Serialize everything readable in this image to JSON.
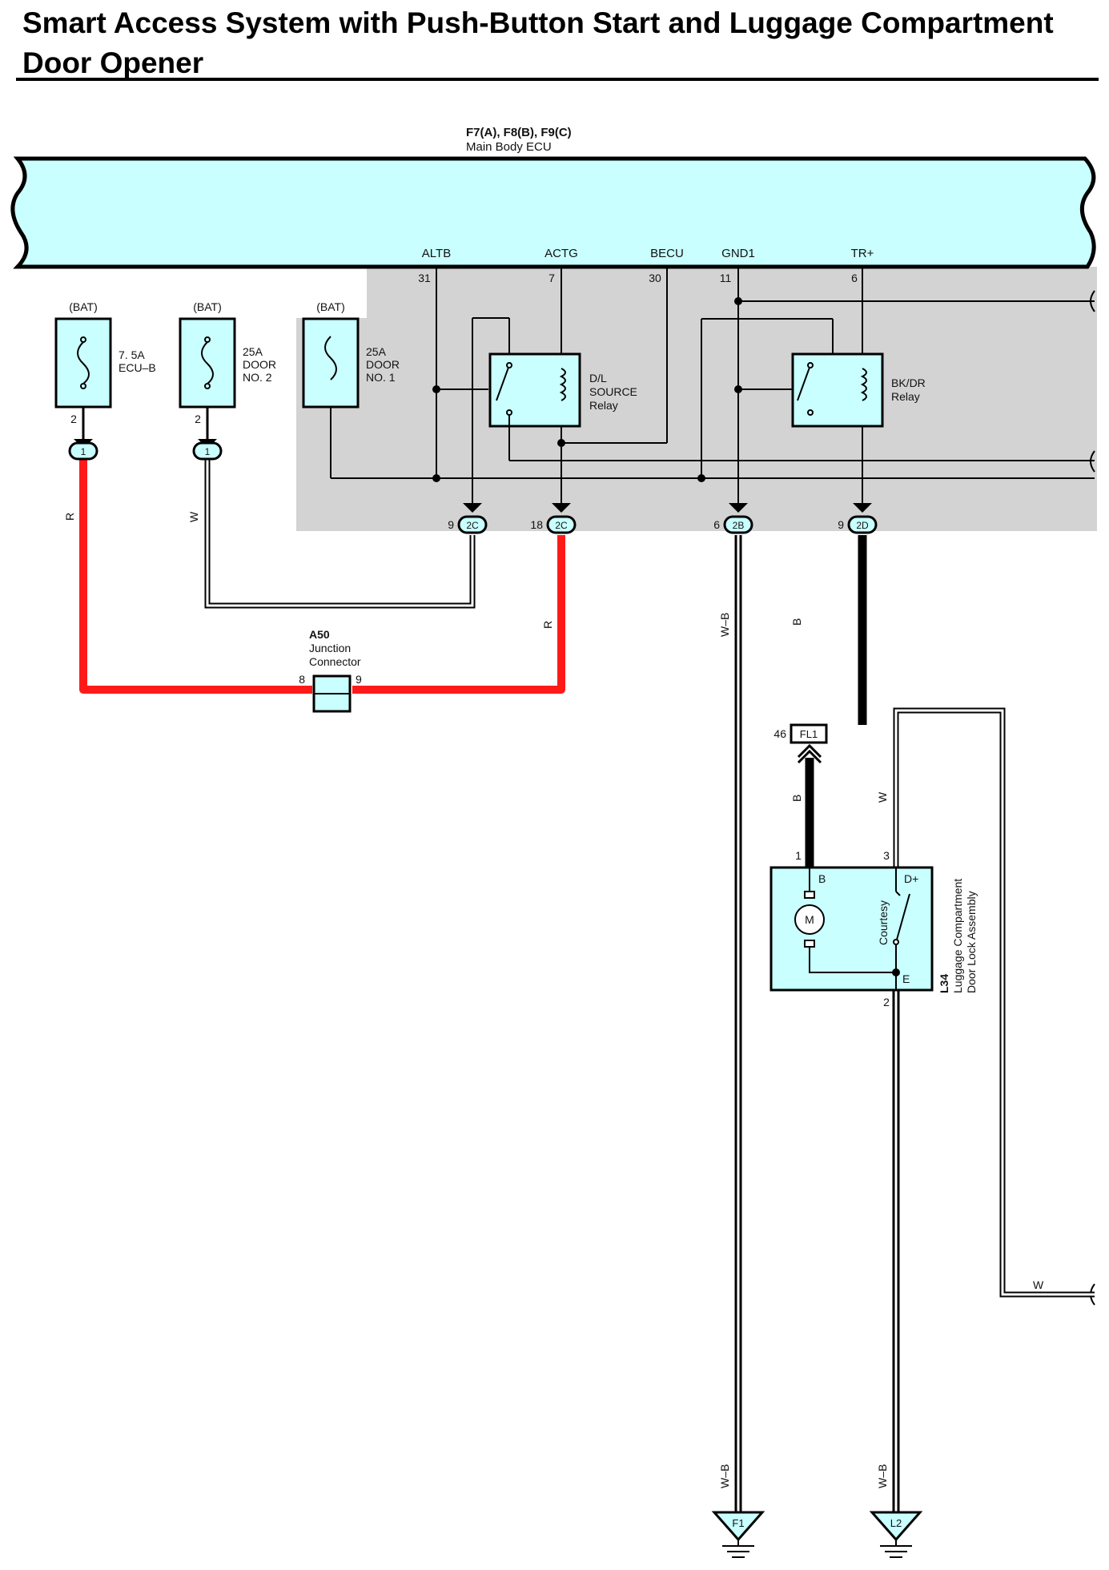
{
  "title": "Smart Access System with Push-Button Start and Luggage Compartment Door Opener",
  "colors": {
    "component_fill": "#c9ffff",
    "ecu_block_fill": "#d3d3d3",
    "wire_red": "#ff1a1a",
    "wire_black": "#000000",
    "wire_white": "#ffffff"
  },
  "ecu": {
    "connectors": "F7(A), F8(B), F9(C)",
    "name": "Main Body ECU",
    "terminals": [
      {
        "name": "ALTB",
        "pin": "31"
      },
      {
        "name": "ACTG",
        "pin": "7"
      },
      {
        "name": "BECU",
        "pin": "30"
      },
      {
        "name": "GND1",
        "pin": "11"
      },
      {
        "name": "TR+",
        "pin": "6"
      }
    ]
  },
  "fuses": [
    {
      "supply": "(BAT)",
      "line1": "7. 5A",
      "line2": "ECU–B",
      "line3": "",
      "pin": "2",
      "conn": "1"
    },
    {
      "supply": "(BAT)",
      "line1": "25A",
      "line2": "DOOR",
      "line3": "NO. 2",
      "pin": "2",
      "conn": "1"
    },
    {
      "supply": "(BAT)",
      "line1": "25A",
      "line2": "DOOR",
      "line3": "NO. 1"
    }
  ],
  "relays": [
    {
      "line1": "D/L",
      "line2": "SOURCE",
      "line3": "Relay"
    },
    {
      "line1": "BK/DR",
      "line2": "Relay"
    }
  ],
  "ecu_outputs": [
    {
      "pin": "9",
      "conn": "2C"
    },
    {
      "pin": "18",
      "conn": "2C"
    },
    {
      "pin": "6",
      "conn": "2B"
    },
    {
      "pin": "9",
      "conn": "2D"
    }
  ],
  "wire_colors": {
    "red": "R",
    "white": "W",
    "white_black": "W–B",
    "black": "B"
  },
  "junction": {
    "id": "A50",
    "line1": "Junction",
    "line2": "Connector",
    "pin_left": "8",
    "pin_right": "9"
  },
  "inline_connector": {
    "pin": "46",
    "id": "FL1"
  },
  "lock_assembly": {
    "id": "L34",
    "line1": "Luggage Compartment",
    "line2": "Door Lock Assembly",
    "motor": "M",
    "switch": "Courtesy",
    "terminals": {
      "b": "B",
      "d_plus": "D+",
      "e": "E"
    },
    "pins": {
      "b": "1",
      "d_plus": "3",
      "e": "2"
    }
  },
  "grounds": [
    "F1",
    "L2"
  ]
}
